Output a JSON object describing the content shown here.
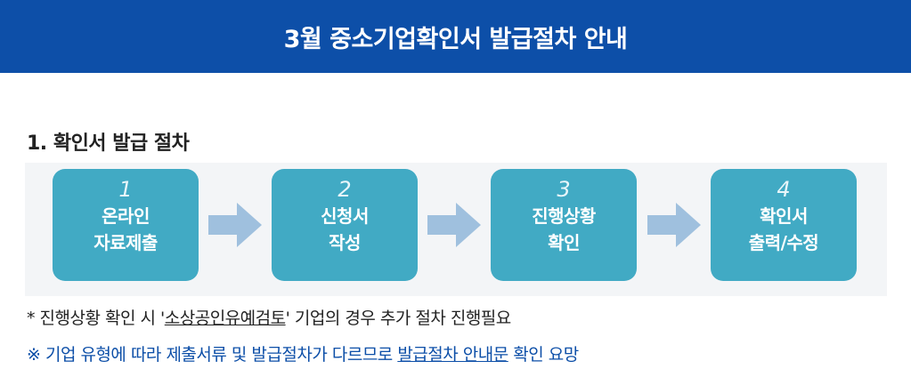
{
  "banner": {
    "title": "3월 중소기업확인서 발급절차 안내"
  },
  "section": {
    "title": "1. 확인서 발급 절차"
  },
  "steps": [
    {
      "num": "1",
      "line1": "온라인",
      "line2": "자료제출"
    },
    {
      "num": "2",
      "line1": "신청서",
      "line2": "작성"
    },
    {
      "num": "3",
      "line1": "진행상황",
      "line2": "확인"
    },
    {
      "num": "4",
      "line1": "확인서",
      "line2": "출력/수정"
    }
  ],
  "notes": {
    "note1_prefix": "* 진행상황 확인 시 '",
    "note1_link": "소상공인유예검토",
    "note1_suffix": "' 기업의 경우 추가 절차 진행필요",
    "note2_prefix": "※ 기업 유형에 따라 제출서류 및 발급절차가 다르므로 ",
    "note2_link": "발급절차 안내문",
    "note2_suffix": " 확인 요망"
  },
  "colors": {
    "banner": "#0d4fa8",
    "step": "#41aac4",
    "arrow": "#9fc0de",
    "note_link": "#0d4fa8"
  }
}
